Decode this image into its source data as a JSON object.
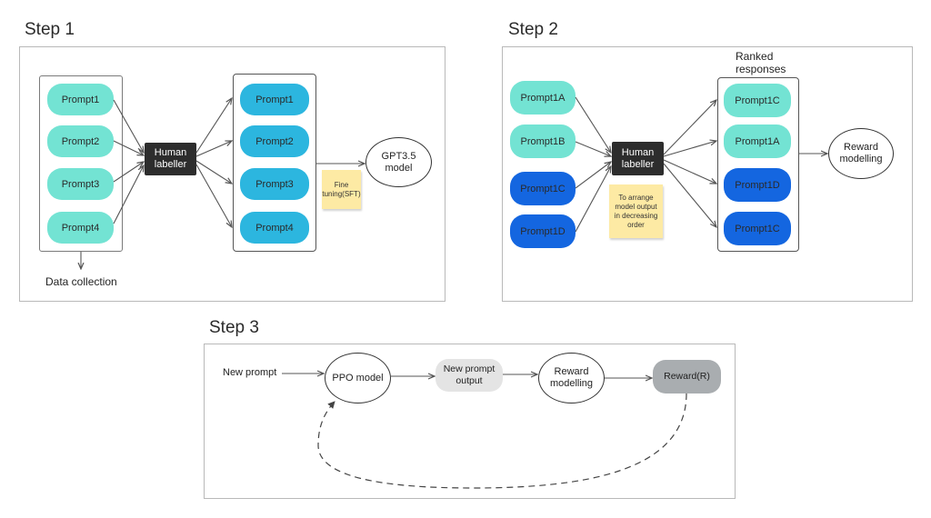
{
  "step1": {
    "title": "Step 1",
    "prompts_left": [
      "Prompt1",
      "Prompt2",
      "Prompt3",
      "Prompt4"
    ],
    "labeller": [
      "Human",
      "labeller"
    ],
    "prompts_right": [
      "Prompt1",
      "Prompt2",
      "Prompt3",
      "Prompt4"
    ],
    "note": [
      "Fine",
      "tuning(SFT)"
    ],
    "model": [
      "GPT3.5",
      "model"
    ],
    "data_collection": "Data collection"
  },
  "step2": {
    "title": "Step 2",
    "prompts_left": [
      "Prompt1A",
      "Prompt1B",
      "Prompt1C",
      "Prompt1D"
    ],
    "labeller": [
      "Human",
      "labeller"
    ],
    "note": [
      "To arrange",
      "model output",
      "in decreasing",
      "order"
    ],
    "ranked_label": [
      "Ranked",
      "responses"
    ],
    "prompts_right": [
      "Prompt1C",
      "Prompt1A",
      "Prompt1D",
      "Prompt1C"
    ],
    "reward": [
      "Reward",
      "modelling"
    ]
  },
  "step3": {
    "title": "Step 3",
    "new_prompt": "New prompt",
    "ppo": "PPO model",
    "new_prompt_output": [
      "New prompt",
      "output"
    ],
    "reward_modelling": [
      "Reward",
      "modelling"
    ],
    "reward_r": "Reward(R)"
  },
  "colors": {
    "teal": "#73e3d3",
    "cyan": "#2cb6df",
    "blue": "#1466e0",
    "labeller": "#2d2d2d",
    "note": "#fdeaa4",
    "output_node": "#e4e4e4",
    "reward_node": "#a9adb0"
  }
}
